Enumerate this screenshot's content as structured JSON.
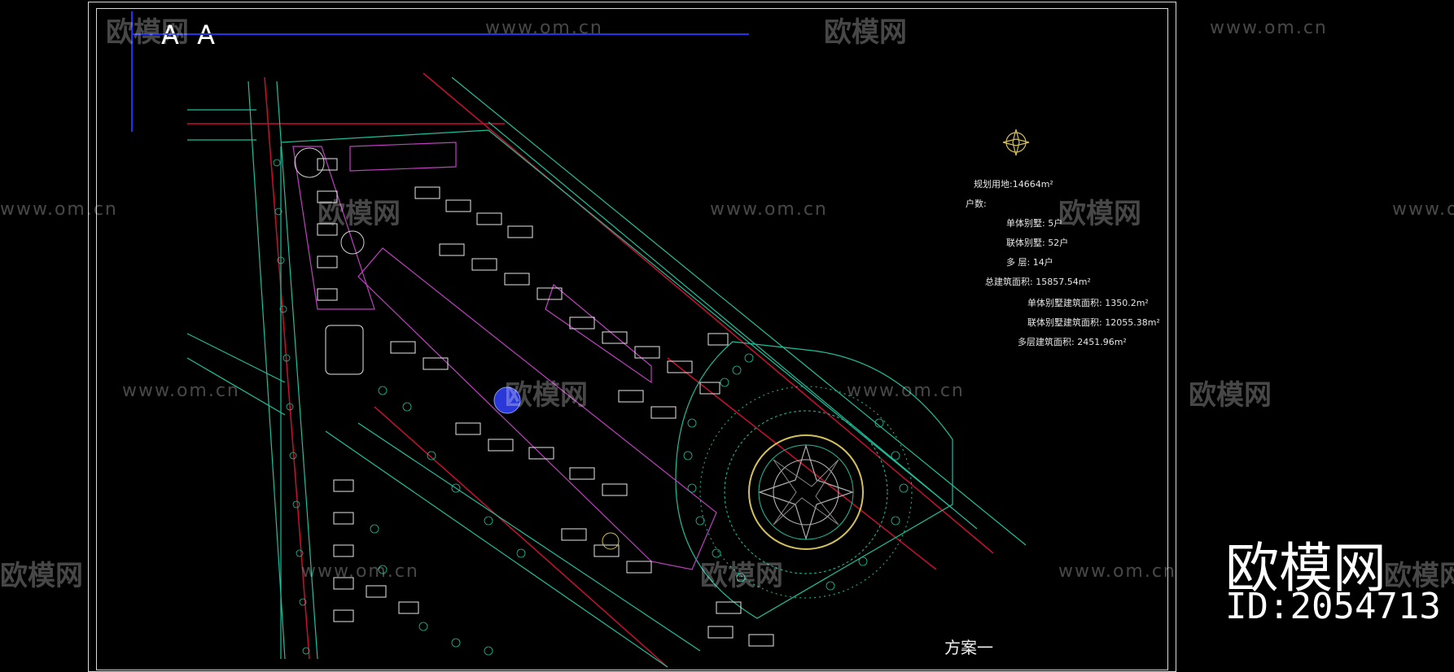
{
  "header": {
    "title_glyphs": "A A"
  },
  "watermarks": {
    "site": "www.om.cn",
    "logo": "欧模网"
  },
  "info_panel": {
    "site_area": "规划用地:14664m²",
    "households": "户数:",
    "single_villa": "单体别墅: 5户",
    "linked_villa": "联体别墅: 52户",
    "multistory": "多  层: 14户",
    "total_area": "总建筑面积: 15857.54m²",
    "single_villa_area": "单体别墅建筑面积: 1350.2m²",
    "linked_villa_area": "联体别墅建筑面积: 12055.38m²",
    "multistory_area": "多层建筑面积: 2451.96m²"
  },
  "scheme_label": "方案一",
  "brand": {
    "name": "欧模网",
    "id": "ID:2054713"
  },
  "colors": {
    "background": "#000000",
    "road_red": "#c8102e",
    "green_cyan": "#1fbf9a",
    "magenta": "#c040c0",
    "border": "#d8d8d8",
    "title_line": "#2233ee"
  }
}
